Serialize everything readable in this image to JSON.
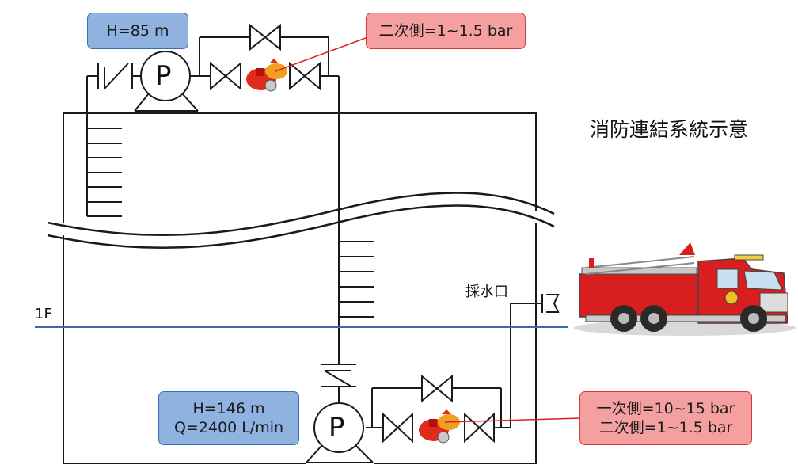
{
  "title": "消防連結系統示意",
  "floor_label": "1F",
  "inlet_label": "採水口",
  "upper_pump": {
    "symbol": "P",
    "head": "H=85 m"
  },
  "upper_valve_note": "二次側=1~1.5 bar",
  "lower_pump": {
    "symbol": "P",
    "head": "H=146 m",
    "flow": "Q=2400 L/min"
  },
  "lower_valve_note": {
    "primary": "一次側=10~15 bar",
    "secondary": "二次側=1~1.5 bar"
  },
  "colors": {
    "floor_line": "#3a6ab0",
    "leader_line": "#e02020",
    "info_box": "#8fb2e0",
    "note_box": "#f4a0a0",
    "truck_body": "#d81e1e"
  },
  "icons": [
    "pump-symbol",
    "gate-valve-symbol",
    "check-valve-symbol",
    "pressure-reducing-valve-icon",
    "fire-truck-icon",
    "inlet-connection-icon"
  ]
}
